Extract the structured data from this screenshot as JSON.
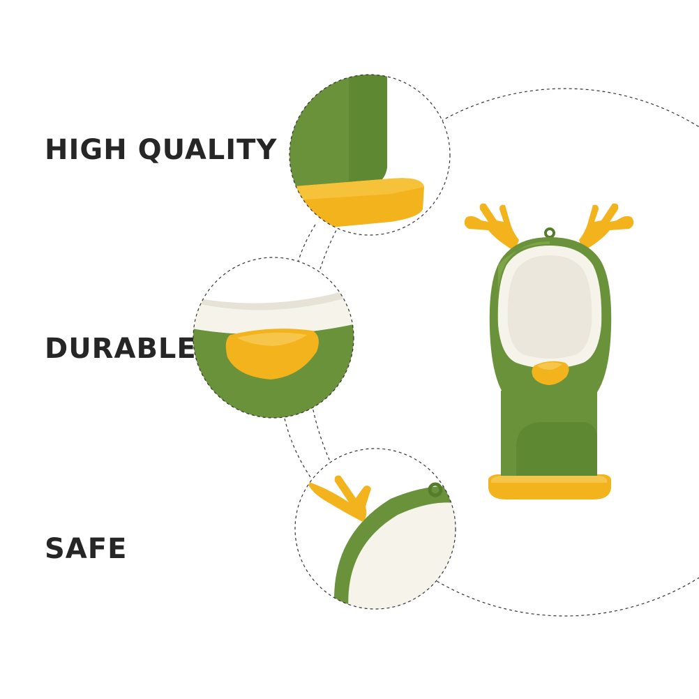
{
  "features": [
    {
      "label": "HIGH QUALITY"
    },
    {
      "label": "DURABLE"
    },
    {
      "label": "SAFE"
    }
  ],
  "colors": {
    "green": "#69923a",
    "green_dark": "#557c2c",
    "yellow": "#f2b31d",
    "yellow_dark": "#d9960f",
    "cream": "#f5f3ea",
    "text": "#262626"
  },
  "icons": [
    "antler-icon",
    "hook-icon"
  ]
}
